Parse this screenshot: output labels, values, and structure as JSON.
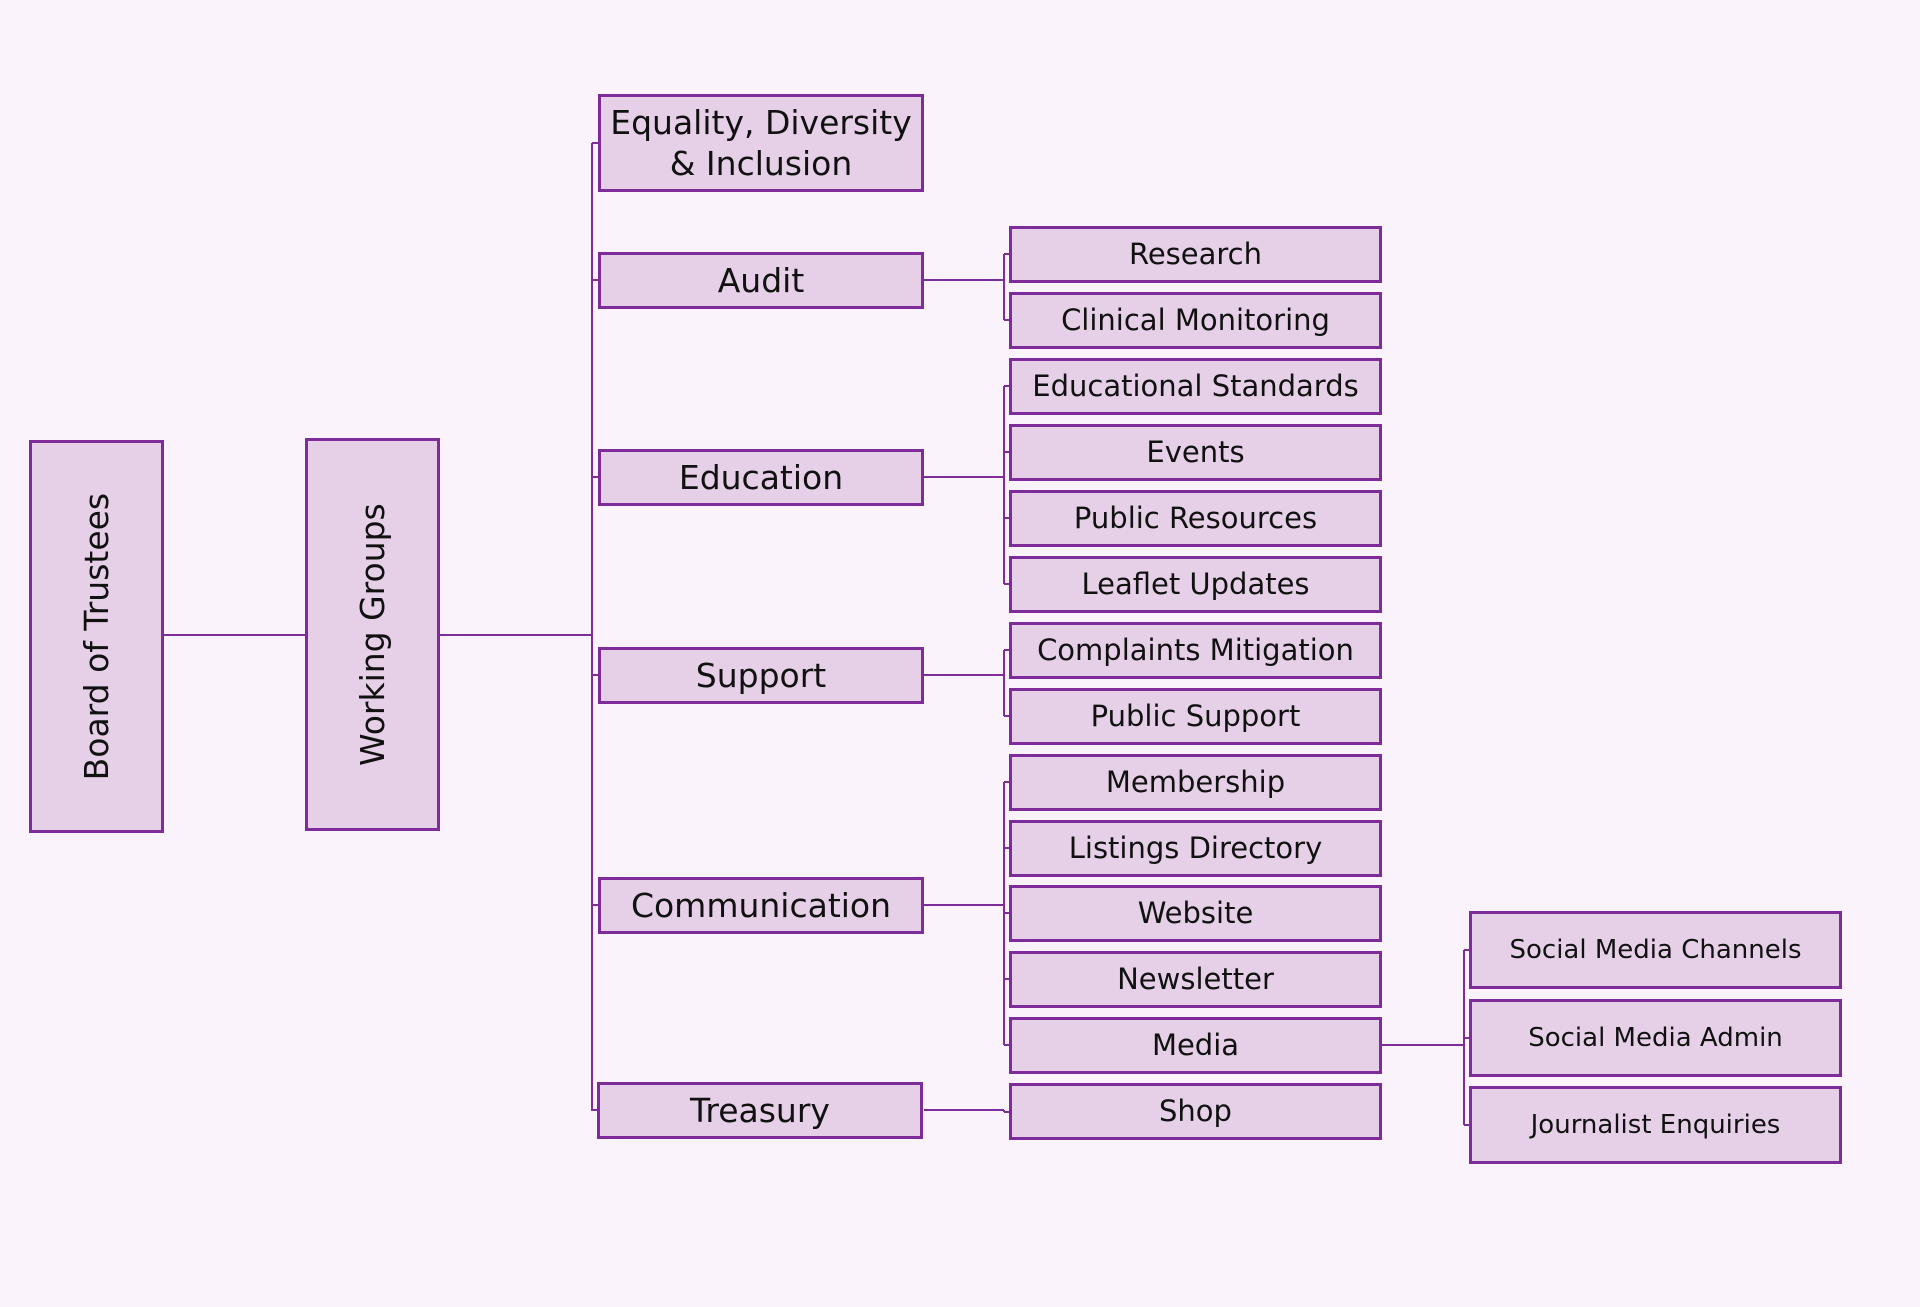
{
  "colors": {
    "background": "#fbf3fb",
    "box_fill": "#e6d0e8",
    "box_border": "#7e2c9a",
    "connector": "#7e2c9a"
  },
  "root": {
    "label": "Board of Trustees"
  },
  "level1": {
    "label": "Working Groups"
  },
  "groups": [
    {
      "label": "Equality, Diversity & Inclusion",
      "children": []
    },
    {
      "label": "Audit",
      "children": [
        {
          "label": "Research"
        },
        {
          "label": "Clinical Monitoring"
        }
      ]
    },
    {
      "label": "Education",
      "children": [
        {
          "label": "Educational Standards"
        },
        {
          "label": "Events"
        },
        {
          "label": "Public Resources"
        },
        {
          "label": "Leaflet Updates"
        }
      ]
    },
    {
      "label": "Support",
      "children": [
        {
          "label": "Complaints Mitigation"
        },
        {
          "label": "Public Support"
        }
      ]
    },
    {
      "label": "Communication",
      "children": [
        {
          "label": "Membership"
        },
        {
          "label": "Listings Directory"
        },
        {
          "label": "Website"
        },
        {
          "label": "Newsletter"
        },
        {
          "label": "Media",
          "children": [
            {
              "label": "Social Media Channels"
            },
            {
              "label": "Social Media Admin"
            },
            {
              "label": "Journalist Enquiries"
            }
          ]
        }
      ]
    },
    {
      "label": "Treasury",
      "children": [
        {
          "label": "Shop"
        }
      ]
    }
  ]
}
